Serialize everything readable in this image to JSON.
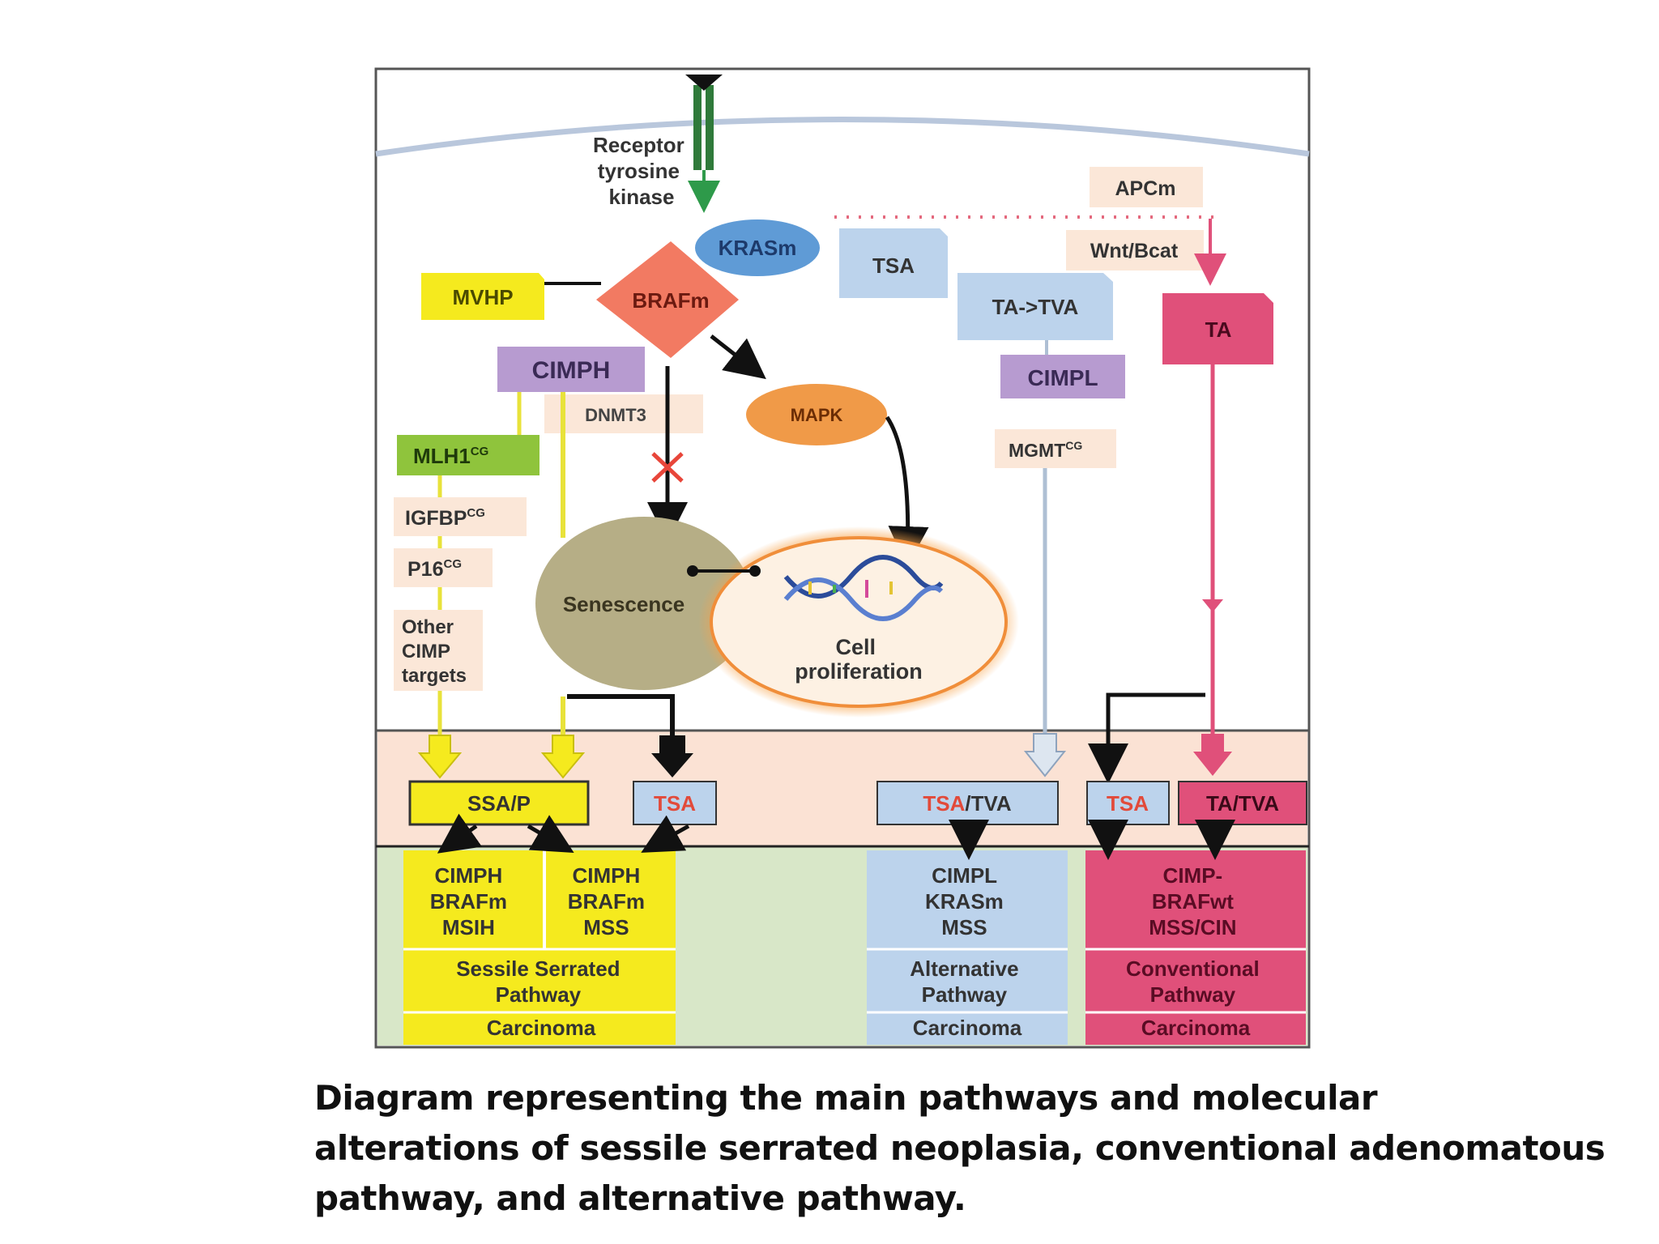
{
  "diagram": {
    "labels": {
      "receptor": [
        "Receptor",
        "tyrosine",
        "kinase"
      ],
      "kras": "KRASm",
      "braf": "BRAFm",
      "mvhp": "MVHP",
      "cimph": "CIMPH",
      "dnmt3": "DNMT3",
      "mapk": "MAPK",
      "mlh1": "MLH1",
      "igfbp": "IGFBP",
      "p16": "P16",
      "cg": "CG",
      "other": [
        "Other",
        "CIMP",
        "targets"
      ],
      "senescence": "Senescence",
      "proliferation": [
        "Cell",
        "proliferation"
      ],
      "tsa_top": "TSA",
      "ta_tva_top": "TA->TVA",
      "cimpl": "CIMPL",
      "mgmt": "MGMT",
      "apc": "APCm",
      "wnt": "Wnt/Bcat",
      "ta_top": "TA",
      "ssap": "SSA/P",
      "tsa_mid_left": "TSA",
      "tsa_mid_alt": "TSA",
      "tva_mid_alt": "/TVA",
      "tsa_mid_right": "TSA",
      "tatva_mid": "TA/TVA"
    },
    "columns": {
      "ser1": [
        "CIMPH",
        "BRAFm",
        "MSIH"
      ],
      "ser2": [
        "CIMPH",
        "BRAFm",
        "MSS"
      ],
      "ser_pathway": [
        "Sessile Serrated",
        "Pathway"
      ],
      "ser_carcinoma": "Carcinoma",
      "alt": [
        "CIMPL",
        "KRASm",
        "MSS"
      ],
      "alt_pathway": [
        "Alternative",
        "Pathway"
      ],
      "alt_carcinoma": "Carcinoma",
      "conv": [
        "CIMP-",
        "BRAFwt",
        "MSS/CIN"
      ],
      "conv_pathway": [
        "Conventional",
        "Pathway"
      ],
      "conv_carcinoma": "Carcinoma"
    },
    "colors": {
      "yellow": "#f5ea1e",
      "green": "#8fc43c",
      "purple": "#b79bd0",
      "blue_light": "#bcd3ec",
      "pink": "#e0507a",
      "salmon": "#f27a62",
      "orange": "#f09a48",
      "olive": "#b6ae86",
      "cream": "#fbe7d8",
      "peach_band": "#fbe2d4",
      "green_band": "#d8e7c8"
    }
  },
  "caption": {
    "lines": [
      "Diagram representing the main pathways and molecular",
      "alterations of sessile serrated neoplasia, conventional adenomatous",
      "pathway, and alternative pathway."
    ]
  }
}
